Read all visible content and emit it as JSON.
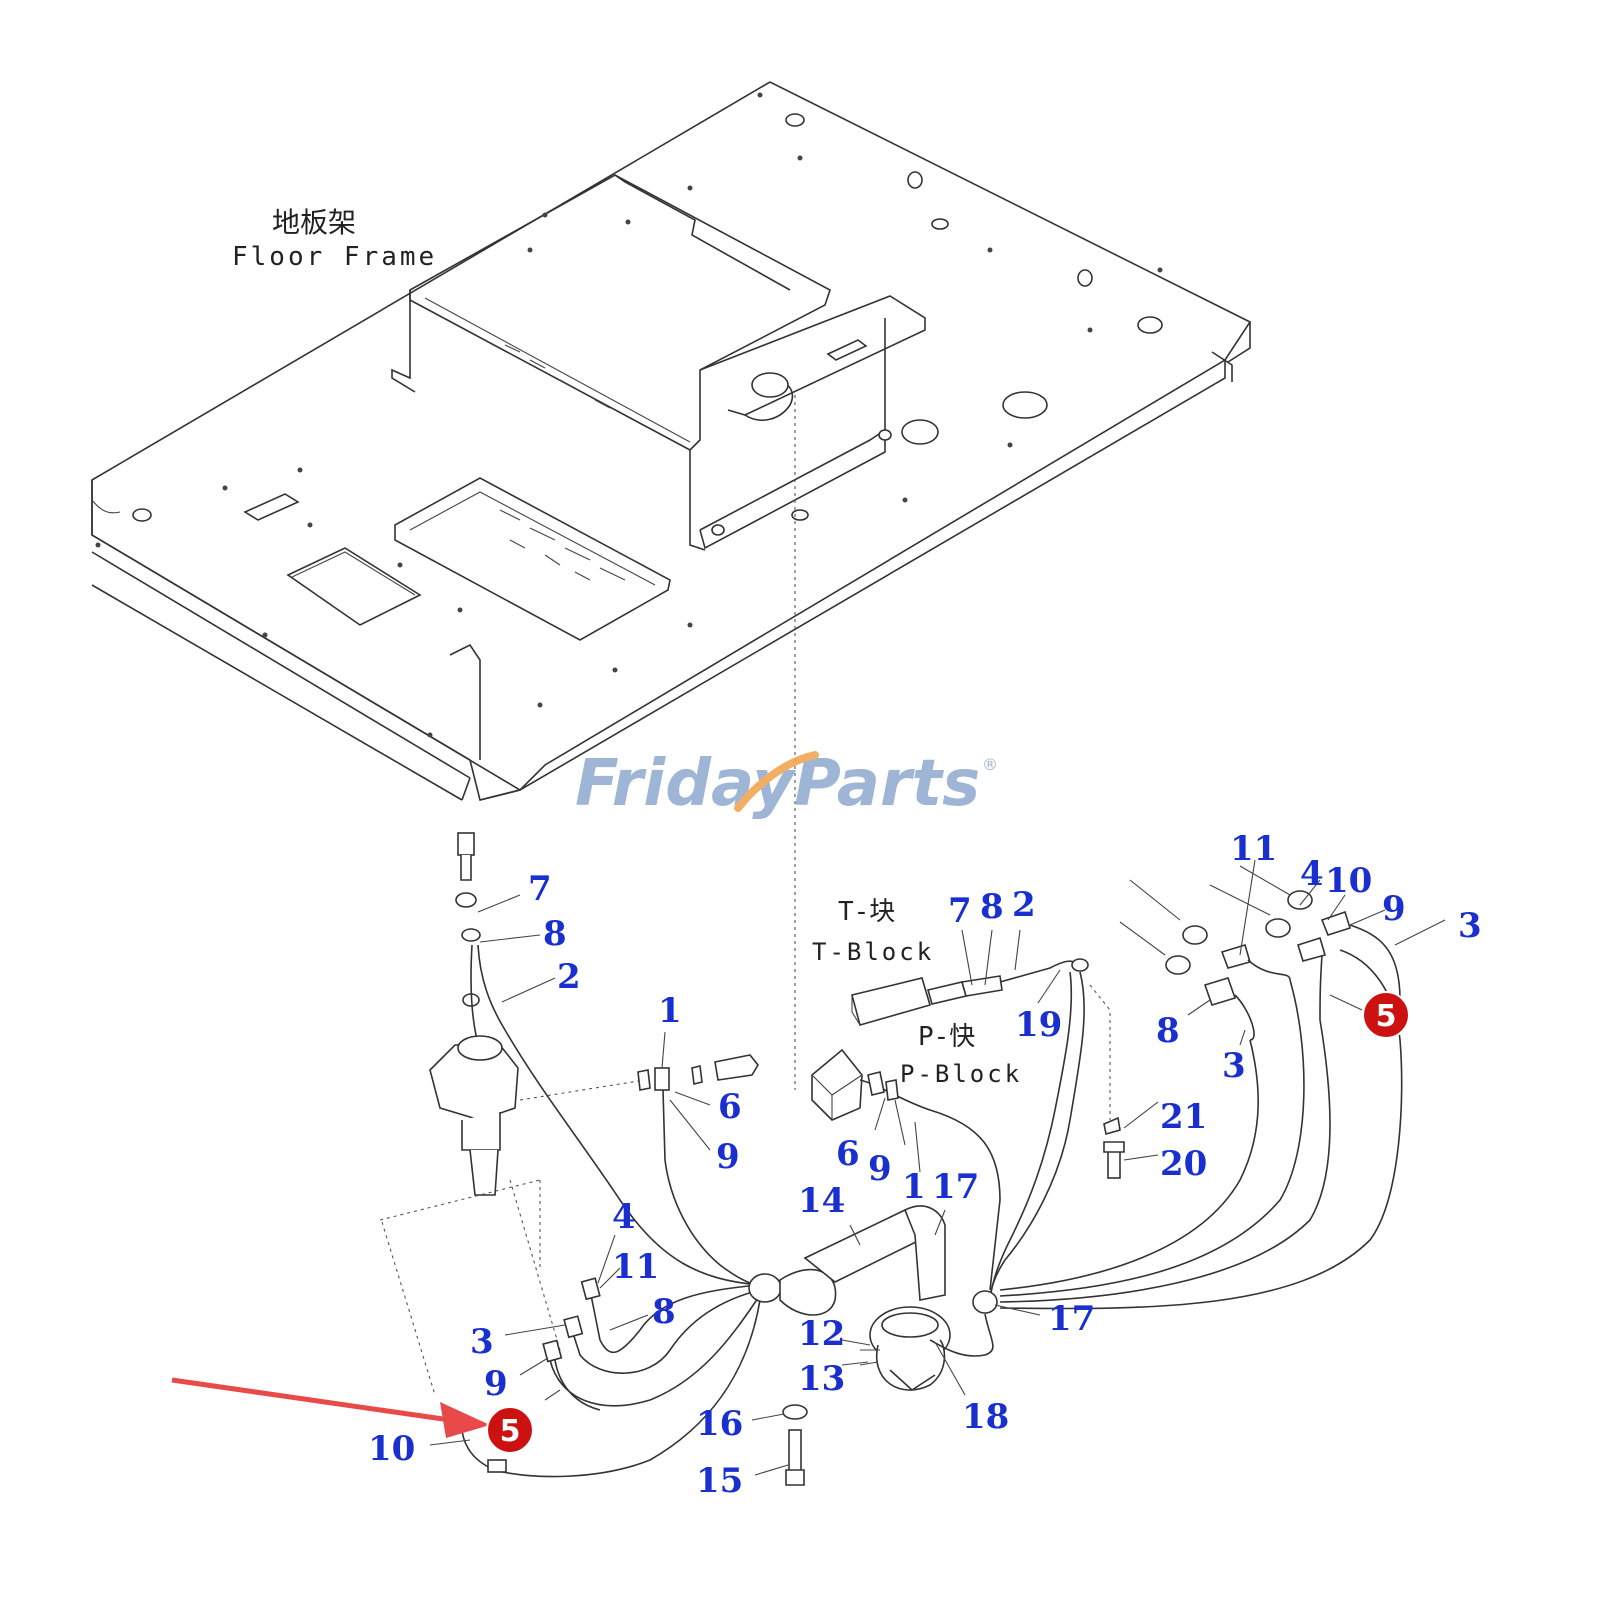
{
  "labels": {
    "floor_frame_cn": "地板架",
    "floor_frame_en": "Floor Frame",
    "t_block_cn": "T-块",
    "t_block_en": "T-Block",
    "p_block_cn": "P-快",
    "p_block_en": "P-Block"
  },
  "watermark": {
    "text_a": "Friday",
    "text_b": "Parts",
    "mark": "®",
    "color": "#8fa9cf",
    "accent": "#f0a24a"
  },
  "colors": {
    "callout": "#1a2fcf",
    "marker_fill": "#cc1111",
    "arrow": "#e84a4a"
  },
  "markers": [
    {
      "label": "5"
    },
    {
      "label": "5"
    }
  ],
  "callouts": [
    {
      "text": "7"
    },
    {
      "text": "8"
    },
    {
      "text": "2"
    },
    {
      "text": "1"
    },
    {
      "text": "6"
    },
    {
      "text": "9"
    },
    {
      "text": "4"
    },
    {
      "text": "11"
    },
    {
      "text": "8"
    },
    {
      "text": "3"
    },
    {
      "text": "9"
    },
    {
      "text": "10"
    },
    {
      "text": "16"
    },
    {
      "text": "15"
    },
    {
      "text": "14"
    },
    {
      "text": "12"
    },
    {
      "text": "13"
    },
    {
      "text": "18"
    },
    {
      "text": "6"
    },
    {
      "text": "9"
    },
    {
      "text": "1"
    },
    {
      "text": "17"
    },
    {
      "text": "17"
    },
    {
      "text": "7"
    },
    {
      "text": "8"
    },
    {
      "text": "2"
    },
    {
      "text": "19"
    },
    {
      "text": "21"
    },
    {
      "text": "20"
    },
    {
      "text": "11"
    },
    {
      "text": "4"
    },
    {
      "text": "10"
    },
    {
      "text": "9"
    },
    {
      "text": "3"
    },
    {
      "text": "8"
    },
    {
      "text": "3"
    }
  ]
}
